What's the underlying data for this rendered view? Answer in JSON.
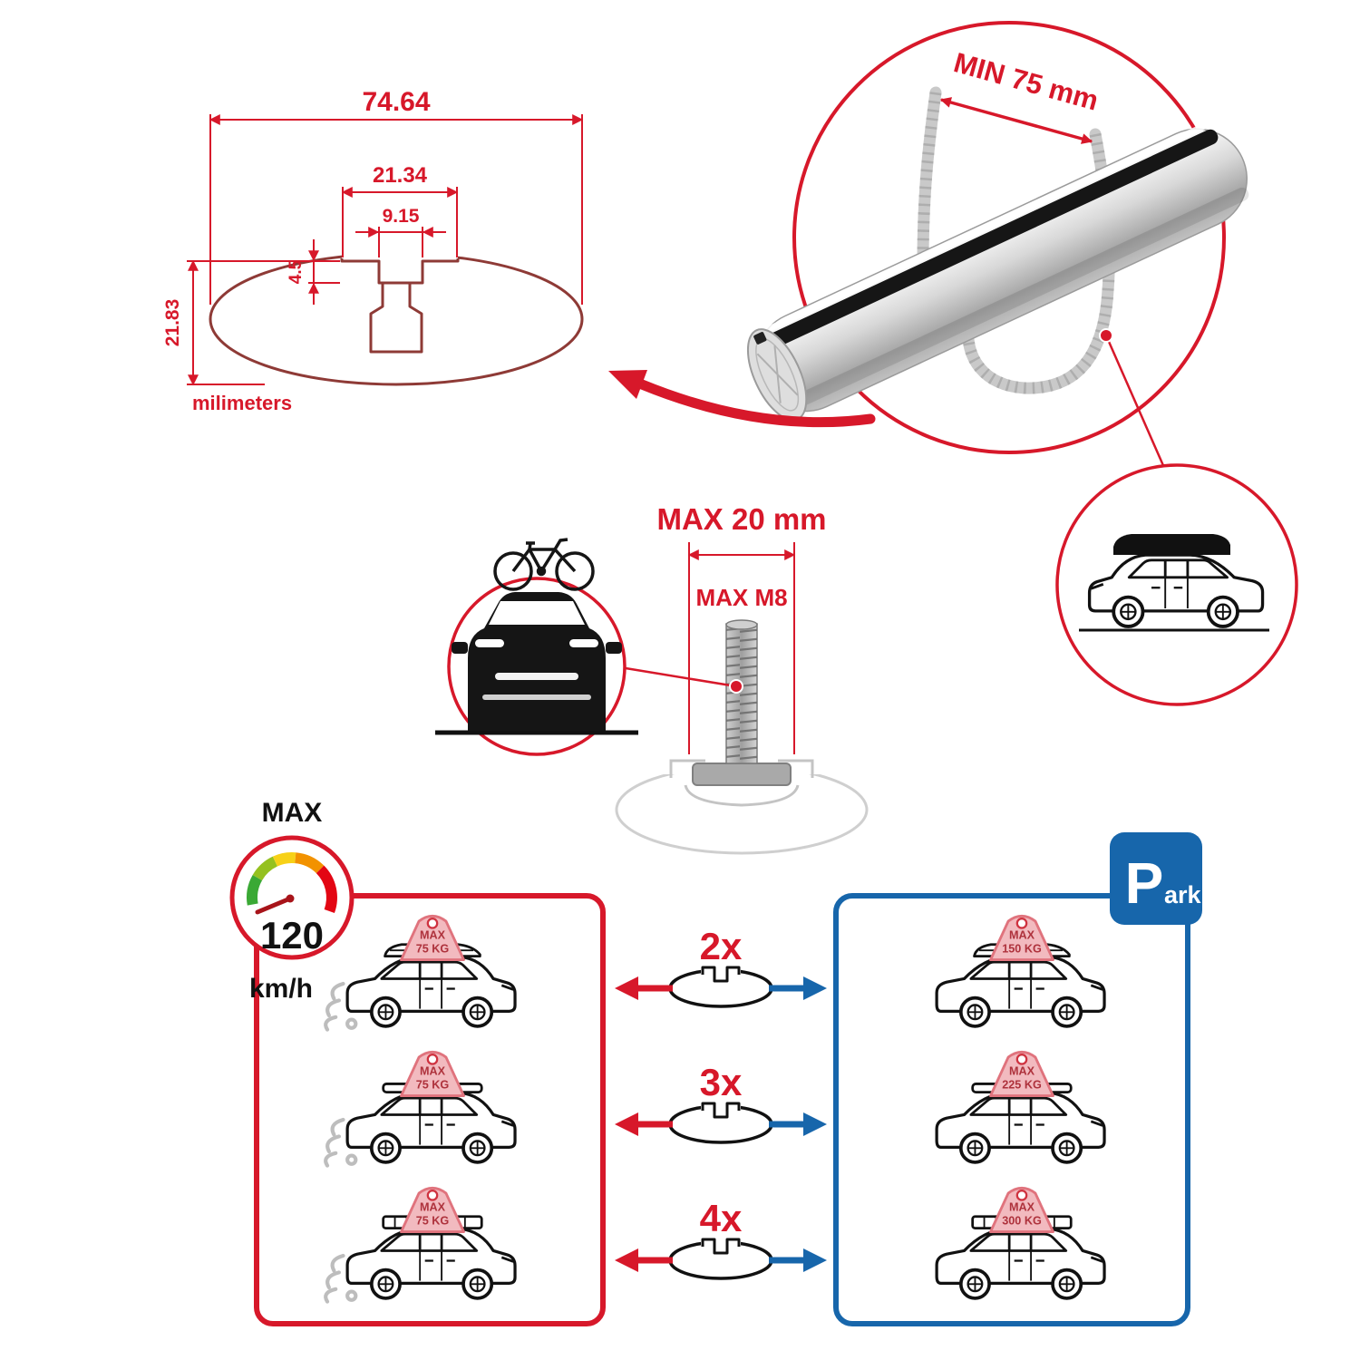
{
  "profile_dimensions": {
    "total_width": "74.64",
    "channel_width": "21.34",
    "slot_opening": "9.15",
    "lip_height": "4.5",
    "total_height": "21.83",
    "units_label": "milimeters"
  },
  "crossbar": {
    "min_clamp_span": "MIN 75 mm"
  },
  "tbolt": {
    "max_plate_width": "MAX 20 mm",
    "max_thread": "MAX M8"
  },
  "speed_limit": {
    "label": "MAX",
    "value": "120",
    "units": "km/h"
  },
  "park_sign": {
    "initial": "P",
    "rest": "ark"
  },
  "comparison": {
    "rows": [
      {
        "multiplier": "2x",
        "driving": {
          "line1": "MAX",
          "line2": "75 KG"
        },
        "parked": {
          "line1": "MAX",
          "line2": "150 KG"
        }
      },
      {
        "multiplier": "3x",
        "driving": {
          "line1": "MAX",
          "line2": "75 KG"
        },
        "parked": {
          "line1": "MAX",
          "line2": "225 KG"
        }
      },
      {
        "multiplier": "4x",
        "driving": {
          "line1": "MAX",
          "line2": "75 KG"
        },
        "parked": {
          "line1": "MAX",
          "line2": "300 KG"
        }
      }
    ]
  },
  "colors": {
    "accent_red": "#d7182a",
    "accent_blue": "#1766ab",
    "profile_maroon": "#8e3a36",
    "tag_pink": "#f2babf",
    "gauge_segments": [
      "#3aa935",
      "#95c11f",
      "#f7d117",
      "#f29200",
      "#e30613"
    ]
  }
}
